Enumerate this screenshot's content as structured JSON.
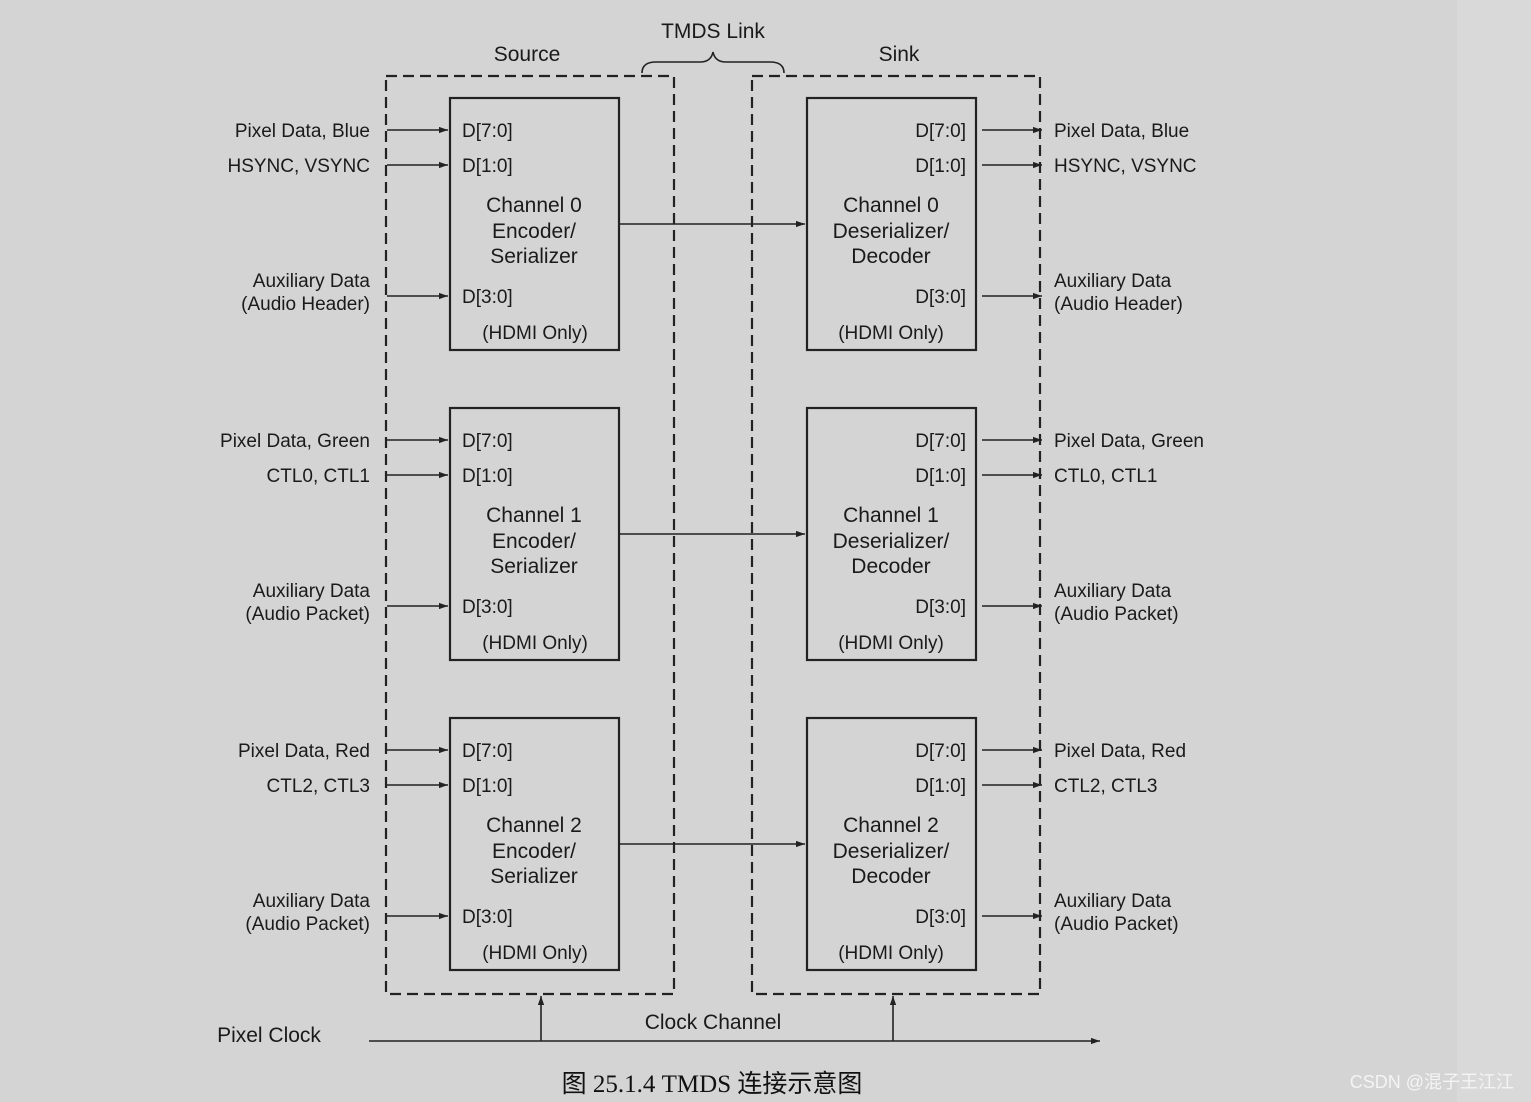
{
  "diagram": {
    "tmds_link_label": "TMDS Link",
    "source_label": "Source",
    "sink_label": "Sink",
    "clock_channel_label": "Clock Channel",
    "pixel_clock_label": "Pixel Clock",
    "caption": "图 25.1.4 TMDS 连接示意图",
    "watermark": "CSDN @混子王江江",
    "hdmi_only": "(HDMI Only)",
    "port_d70": "D[7:0]",
    "port_d10": "D[1:0]",
    "port_d30": "D[3:0]",
    "channels": [
      {
        "name": "Channel 0",
        "encoder_lines": [
          "Encoder/",
          "Serializer"
        ],
        "decoder_lines": [
          "Deserializer/",
          "Decoder"
        ],
        "pixel_data": "Pixel Data, Blue",
        "ctl": "HSYNC, VSYNC",
        "aux_line1": "Auxiliary Data",
        "aux_line2": "(Audio Header)"
      },
      {
        "name": "Channel 1",
        "encoder_lines": [
          "Encoder/",
          "Serializer"
        ],
        "decoder_lines": [
          "Deserializer/",
          "Decoder"
        ],
        "pixel_data": "Pixel Data, Green",
        "ctl": "CTL0, CTL1",
        "aux_line1": "Auxiliary Data",
        "aux_line2": "(Audio Packet)"
      },
      {
        "name": "Channel 2",
        "encoder_lines": [
          "Encoder/",
          "Serializer"
        ],
        "decoder_lines": [
          "Deserializer/",
          "Decoder"
        ],
        "pixel_data": "Pixel Data, Red",
        "ctl": "CTL2, CTL3",
        "aux_line1": "Auxiliary Data",
        "aux_line2": "(Audio Packet)"
      }
    ]
  }
}
